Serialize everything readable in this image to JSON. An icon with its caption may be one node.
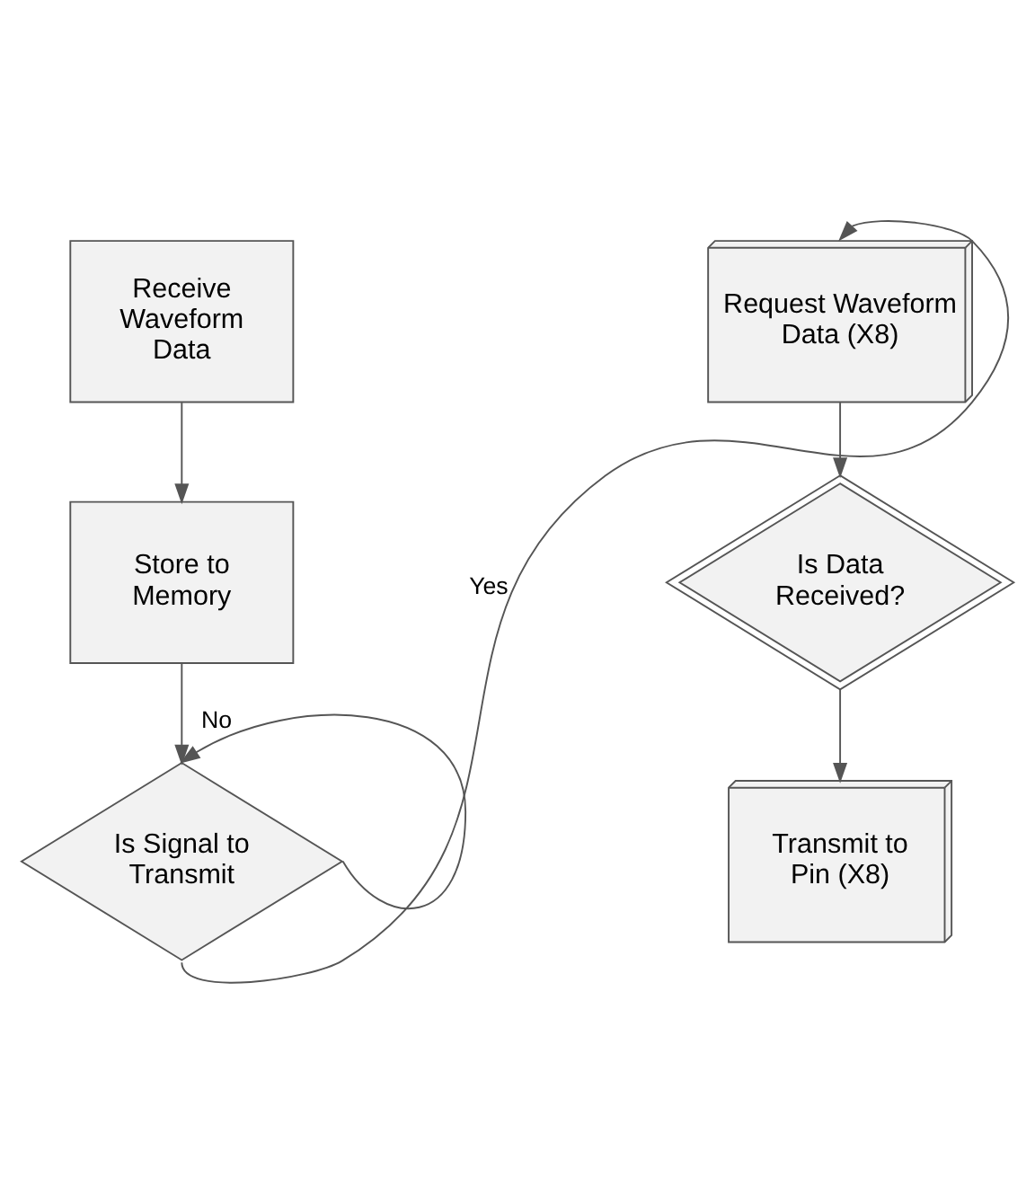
{
  "diagram": {
    "nodes": [
      {
        "text": [
          "Receive Waveform Data"
        ]
      },
      {
        "text": [
          "Store to Memory"
        ]
      },
      {
        "text": [
          "Is Signal to Transmit"
        ]
      },
      {
        "text": [
          "Request Waveform Data (X8)"
        ]
      },
      {
        "text": [
          "Is Data Received?"
        ]
      },
      {
        "text": [
          "Transmit to Pin (X8)"
        ]
      }
    ],
    "edges": [
      {
        "from": 0,
        "to": 1,
        "arrow": "to"
      },
      {
        "from": 1,
        "to": 2,
        "arrow": "to"
      },
      {
        "from": 2,
        "to": 2,
        "arrow": "to",
        "label": "No"
      },
      {
        "from": 2,
        "to": 3,
        "arrow": "to",
        "label": "Yes"
      },
      {
        "from": 3,
        "to": 4,
        "arrow": "to"
      },
      {
        "from": 4,
        "to": 5,
        "arrow": "to"
      }
    ]
  }
}
